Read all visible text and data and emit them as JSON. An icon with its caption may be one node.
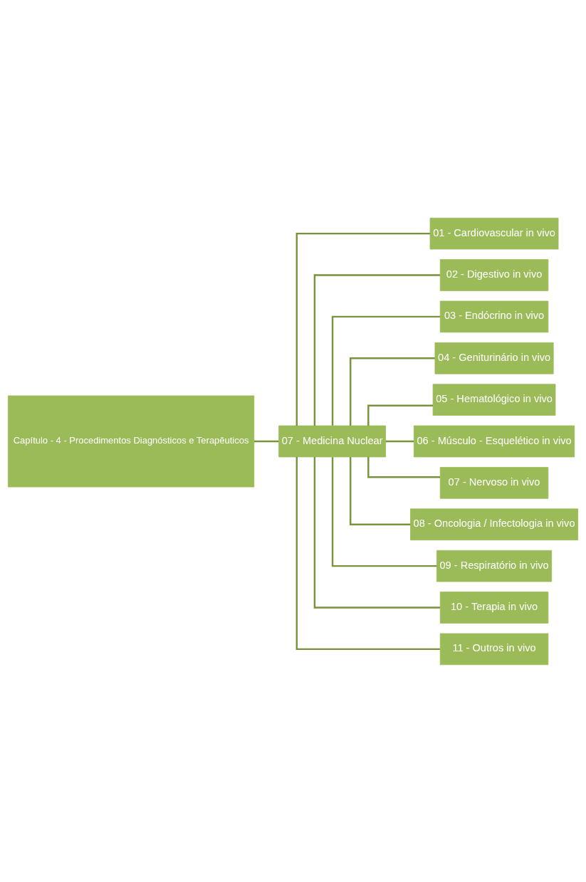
{
  "diagram": {
    "nodes": [
      {
        "text": [
          "Capítulo - 4 - Procedimentos Diagnósticos e Terapêuticos"
        ]
      },
      {
        "text": [
          "07 - Medicina Nuclear"
        ]
      },
      {
        "text": [
          "01 - Cardiovascular in vivo"
        ]
      },
      {
        "text": [
          "02 - Digestivo in vivo"
        ]
      },
      {
        "text": [
          "03 - Endócrino in vivo"
        ]
      },
      {
        "text": [
          "04 - Geniturinário in vivo"
        ]
      },
      {
        "text": [
          "05 - Hematológico in vivo"
        ]
      },
      {
        "text": [
          "06 - Músculo - Esquelético in vivo"
        ]
      },
      {
        "text": [
          "07 - Nervoso in vivo"
        ]
      },
      {
        "text": [
          "08 - Oncologia / Infectologia in vivo"
        ]
      },
      {
        "text": [
          "09 - Respiratório in vivo"
        ]
      },
      {
        "text": [
          "10 - Terapia in vivo"
        ]
      },
      {
        "text": [
          "11 - Outros in vivo"
        ]
      }
    ],
    "edges": [
      {
        "from": 0,
        "to": 1,
        "arrow": "none"
      },
      {
        "from": 1,
        "to": 2,
        "arrow": "none"
      },
      {
        "from": 1,
        "to": 3,
        "arrow": "none"
      },
      {
        "from": 1,
        "to": 4,
        "arrow": "none"
      },
      {
        "from": 1,
        "to": 5,
        "arrow": "none"
      },
      {
        "from": 1,
        "to": 6,
        "arrow": "none"
      },
      {
        "from": 1,
        "to": 7,
        "arrow": "none"
      },
      {
        "from": 1,
        "to": 8,
        "arrow": "none"
      },
      {
        "from": 1,
        "to": 9,
        "arrow": "none"
      },
      {
        "from": 1,
        "to": 10,
        "arrow": "none"
      },
      {
        "from": 1,
        "to": 11,
        "arrow": "none"
      },
      {
        "from": 1,
        "to": 12,
        "arrow": "none"
      }
    ]
  }
}
